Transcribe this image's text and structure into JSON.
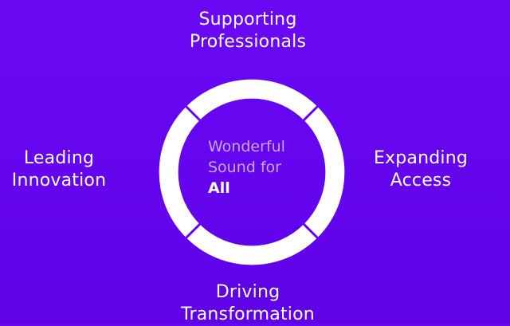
{
  "diagram": {
    "center": {
      "line1": "Wonderful",
      "line2": "Sound for",
      "line3": "All"
    },
    "pillars": {
      "top": [
        "Supporting",
        "Professionals"
      ],
      "left": [
        "Leading",
        "Innovation"
      ],
      "right": [
        "Expanding",
        "Access"
      ],
      "bottom": [
        "Driving",
        "Transformation"
      ]
    },
    "colors": {
      "background": "#6607f0",
      "ring": "#ffffff",
      "center_muted_text": "#c8a6ff",
      "text": "#ffffff"
    }
  }
}
